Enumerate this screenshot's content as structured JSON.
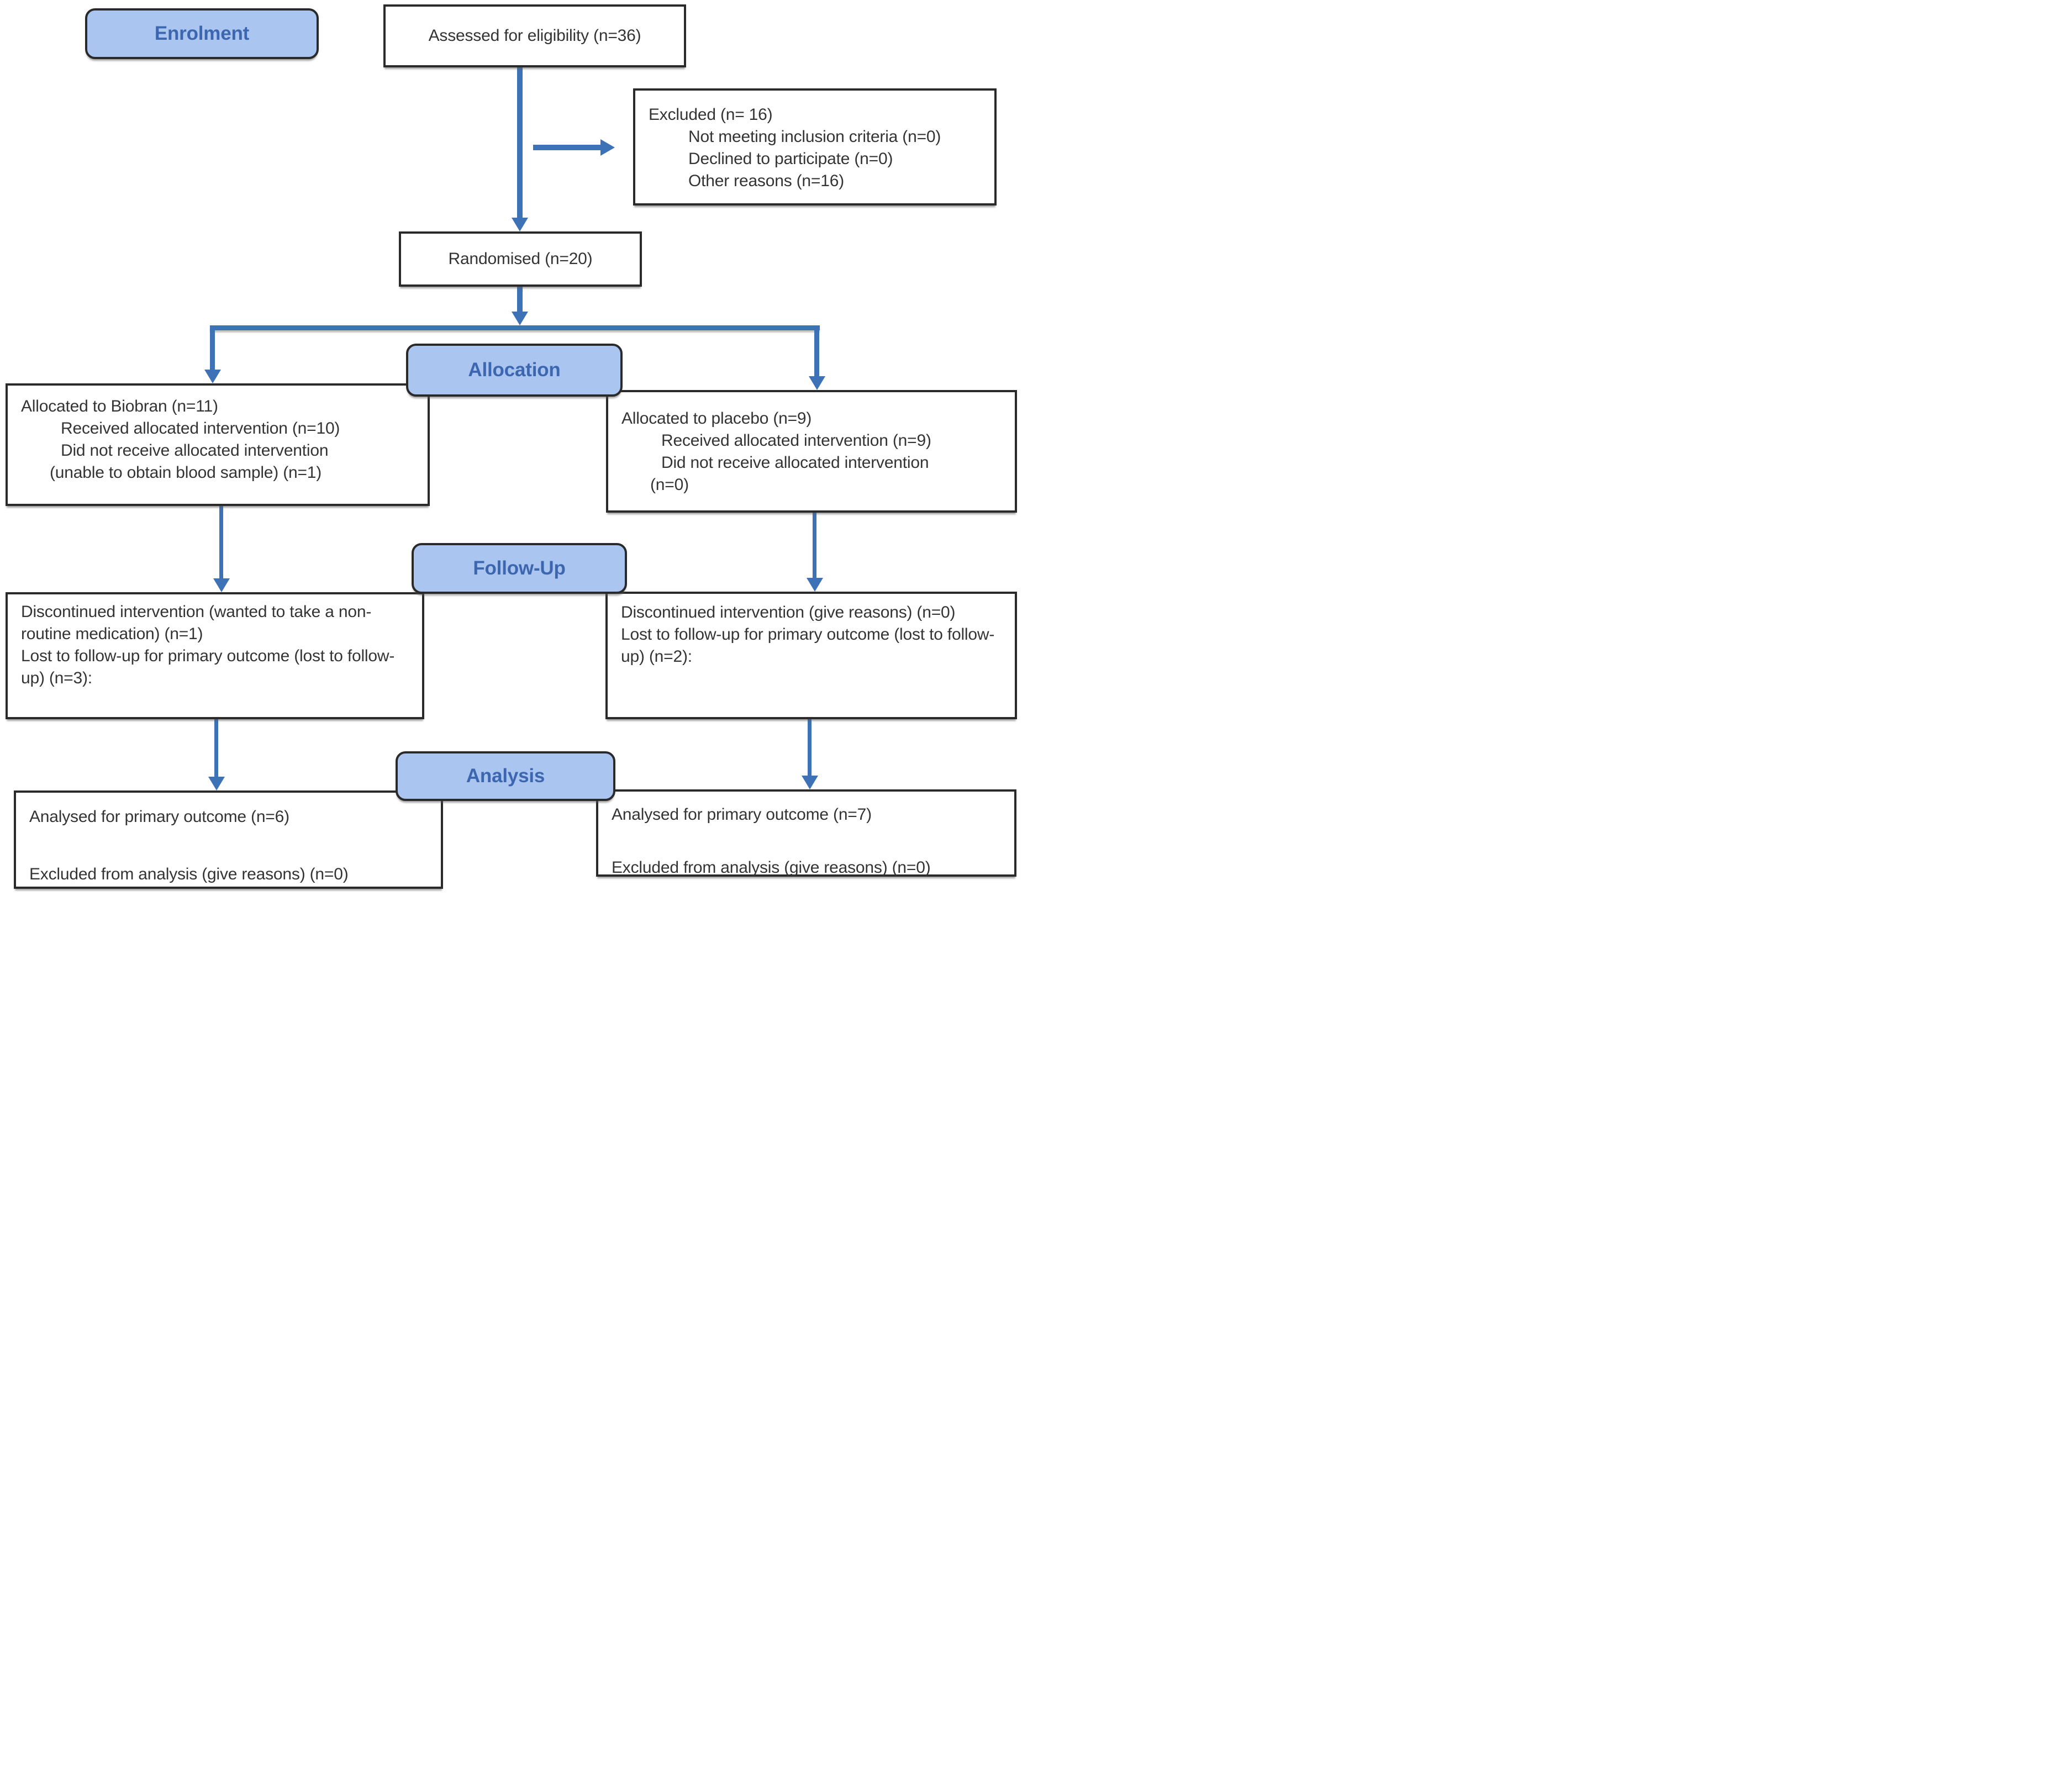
{
  "phases": {
    "enrolment": "Enrolment",
    "allocation": "Allocation",
    "followup": "Follow-Up",
    "analysis": "Analysis"
  },
  "boxes": {
    "assessed": {
      "text": "Assessed for eligibility (n=36)"
    },
    "excluded": {
      "title": "Excluded (n= 16)",
      "items": [
        "Not meeting inclusion criteria (n=0)",
        "Declined to participate (n=0)",
        "Other reasons (n=16)"
      ]
    },
    "randomised": {
      "text": "Randomised (n=20)"
    },
    "alloc_left": {
      "line1": "Allocated to Biobran (n=11)",
      "line2": "Received allocated intervention (n=10)",
      "line3": "Did not receive allocated intervention",
      "line4": "(unable to obtain blood sample) (n=1)"
    },
    "alloc_right": {
      "line1": "Allocated to placebo (n=9)",
      "line2": "Received allocated intervention (n=9)",
      "line3": "Did not receive allocated intervention",
      "line4": "(n=0)"
    },
    "followup_left": {
      "line1": "Discontinued intervention (wanted to take a non-routine medication) (n=1)",
      "line2": "Lost to follow-up for primary outcome (lost to follow-up) (n=3):"
    },
    "followup_right": {
      "line1": "Discontinued intervention (give reasons) (n=0)",
      "line2": "Lost to follow-up for primary outcome (lost to follow-up) (n=2):"
    },
    "analysis_left": {
      "line1": "Analysed for primary outcome (n=6)",
      "line2": "Excluded from analysis (give reasons) (n=0)"
    },
    "analysis_right": {
      "line1": "Analysed for primary outcome (n=7)",
      "line2": "Excluded from analysis (give reasons) (n=0)"
    }
  },
  "colors": {
    "label-fill": "#aac5f0",
    "label-text": "#3c66b0",
    "arrow": "#3e72b6",
    "border": "#2a2a2a",
    "text": "#343434"
  }
}
